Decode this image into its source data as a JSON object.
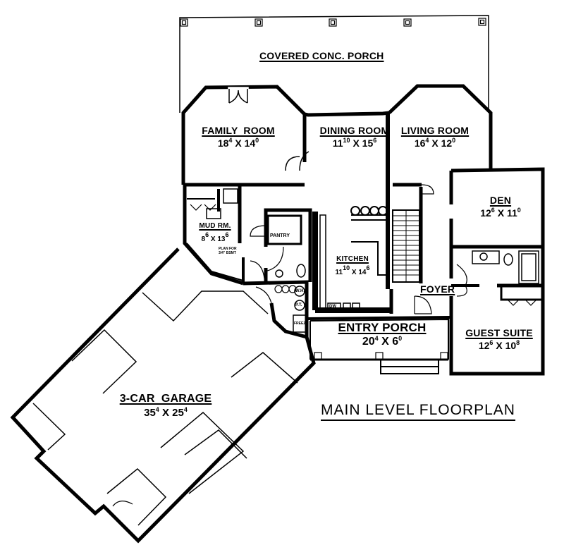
{
  "title": "MAIN LEVEL FLOORPLAN",
  "colors": {
    "line": "#000000",
    "background": "#ffffff"
  },
  "rooms": {
    "porch": {
      "name": "COVERED CONC. PORCH"
    },
    "family": {
      "name": "FAMILY  ROOM",
      "w": "18",
      "w_in": "4",
      "h": "14",
      "h_in": "0"
    },
    "dining": {
      "name": "DINING ROOM",
      "w": "11",
      "w_in": "10",
      "h": "15",
      "h_in": "6"
    },
    "living": {
      "name": "LIVING ROOM",
      "w": "16",
      "w_in": "4",
      "h": "12",
      "h_in": "0"
    },
    "den": {
      "name": "DEN",
      "w": "12",
      "w_in": "6",
      "h": "11",
      "h_in": "0"
    },
    "mud": {
      "name": "MUD RM.",
      "w": "8",
      "w_in": "6",
      "h": "13",
      "h_in": "6"
    },
    "pantry": {
      "name": "PANTRY"
    },
    "kitchen": {
      "name": "KITCHEN",
      "w": "11",
      "w_in": "10",
      "h": "14",
      "h_in": "6"
    },
    "foyer": {
      "name": "FOYER"
    },
    "entry": {
      "name": "ENTRY PORCH",
      "w": "20",
      "w_in": "4",
      "h": "6",
      "h_in": "0"
    },
    "guest": {
      "name": "GUEST SUITE",
      "w": "12",
      "w_in": "6",
      "h": "10",
      "h_in": "8"
    },
    "garage": {
      "name": "3-CAR  GARAGE",
      "w": "35",
      "w_in": "4",
      "h": "25",
      "h_in": "4"
    }
  },
  "fixtures": {
    "water_heater": "W.H.",
    "pressure_tank": "P.T.",
    "freezer": "FREEZ.",
    "dishwasher": "DW",
    "stair_note": "STAIRS",
    "mud_note": "PLAN FOR 3/4\" BSMT"
  },
  "x_sep": "X"
}
